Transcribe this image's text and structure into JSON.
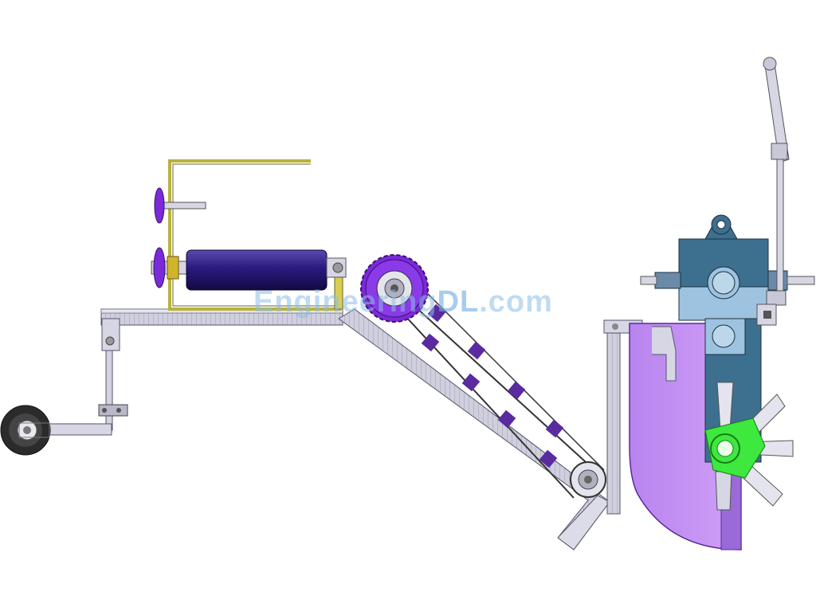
{
  "watermark": {
    "prefix": "Engineering",
    "brand": "DL",
    "suffix": ".com"
  },
  "colors": {
    "frame": "#c8c8d8",
    "frame_edge": "#55556a",
    "yellow_frame": "#b9b23a",
    "roller": "#2a1a80",
    "sprocket": "#7a2ad8",
    "belt_slat": "#5a2aa0",
    "chute": "#c38cf0",
    "gearbox": "#3d6f8f",
    "gearbox_light": "#9ec3e0",
    "green_hub": "#3ee83e",
    "wheel": "#2b2b2b"
  },
  "icons": [
    "sprocket-icon",
    "wheel-icon",
    "handle-icon",
    "gear-hub-icon"
  ]
}
